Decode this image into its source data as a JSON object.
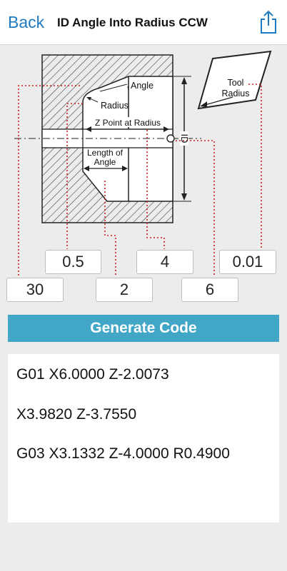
{
  "header": {
    "back_label": "Back",
    "title": "ID Angle Into Radius CCW",
    "share_icon": "share-icon"
  },
  "diagram": {
    "label_angle": "Angle",
    "label_radius": "Radius",
    "label_z_point": "Z Point at Radius",
    "label_length_line1": "Length of",
    "label_length_line2": "Angle",
    "label_id": "ID",
    "label_tool_line1": "Tool",
    "label_tool_line2": "Radius"
  },
  "inputs": {
    "radius_value": "0.5",
    "z_point_value": "4",
    "tool_radius_value": "0.01",
    "angle_value": "30",
    "length_value": "2",
    "id_value": "6"
  },
  "actions": {
    "generate_label": "Generate Code"
  },
  "output": {
    "lines": [
      "G01 X6.0000 Z-2.0073",
      "X3.9820 Z-3.7550",
      "G03 X3.1332 Z-4.0000 R0.4900"
    ]
  },
  "colors": {
    "accent": "#1f7ac2",
    "button": "#42a7c6",
    "leader": "#c8201e"
  }
}
